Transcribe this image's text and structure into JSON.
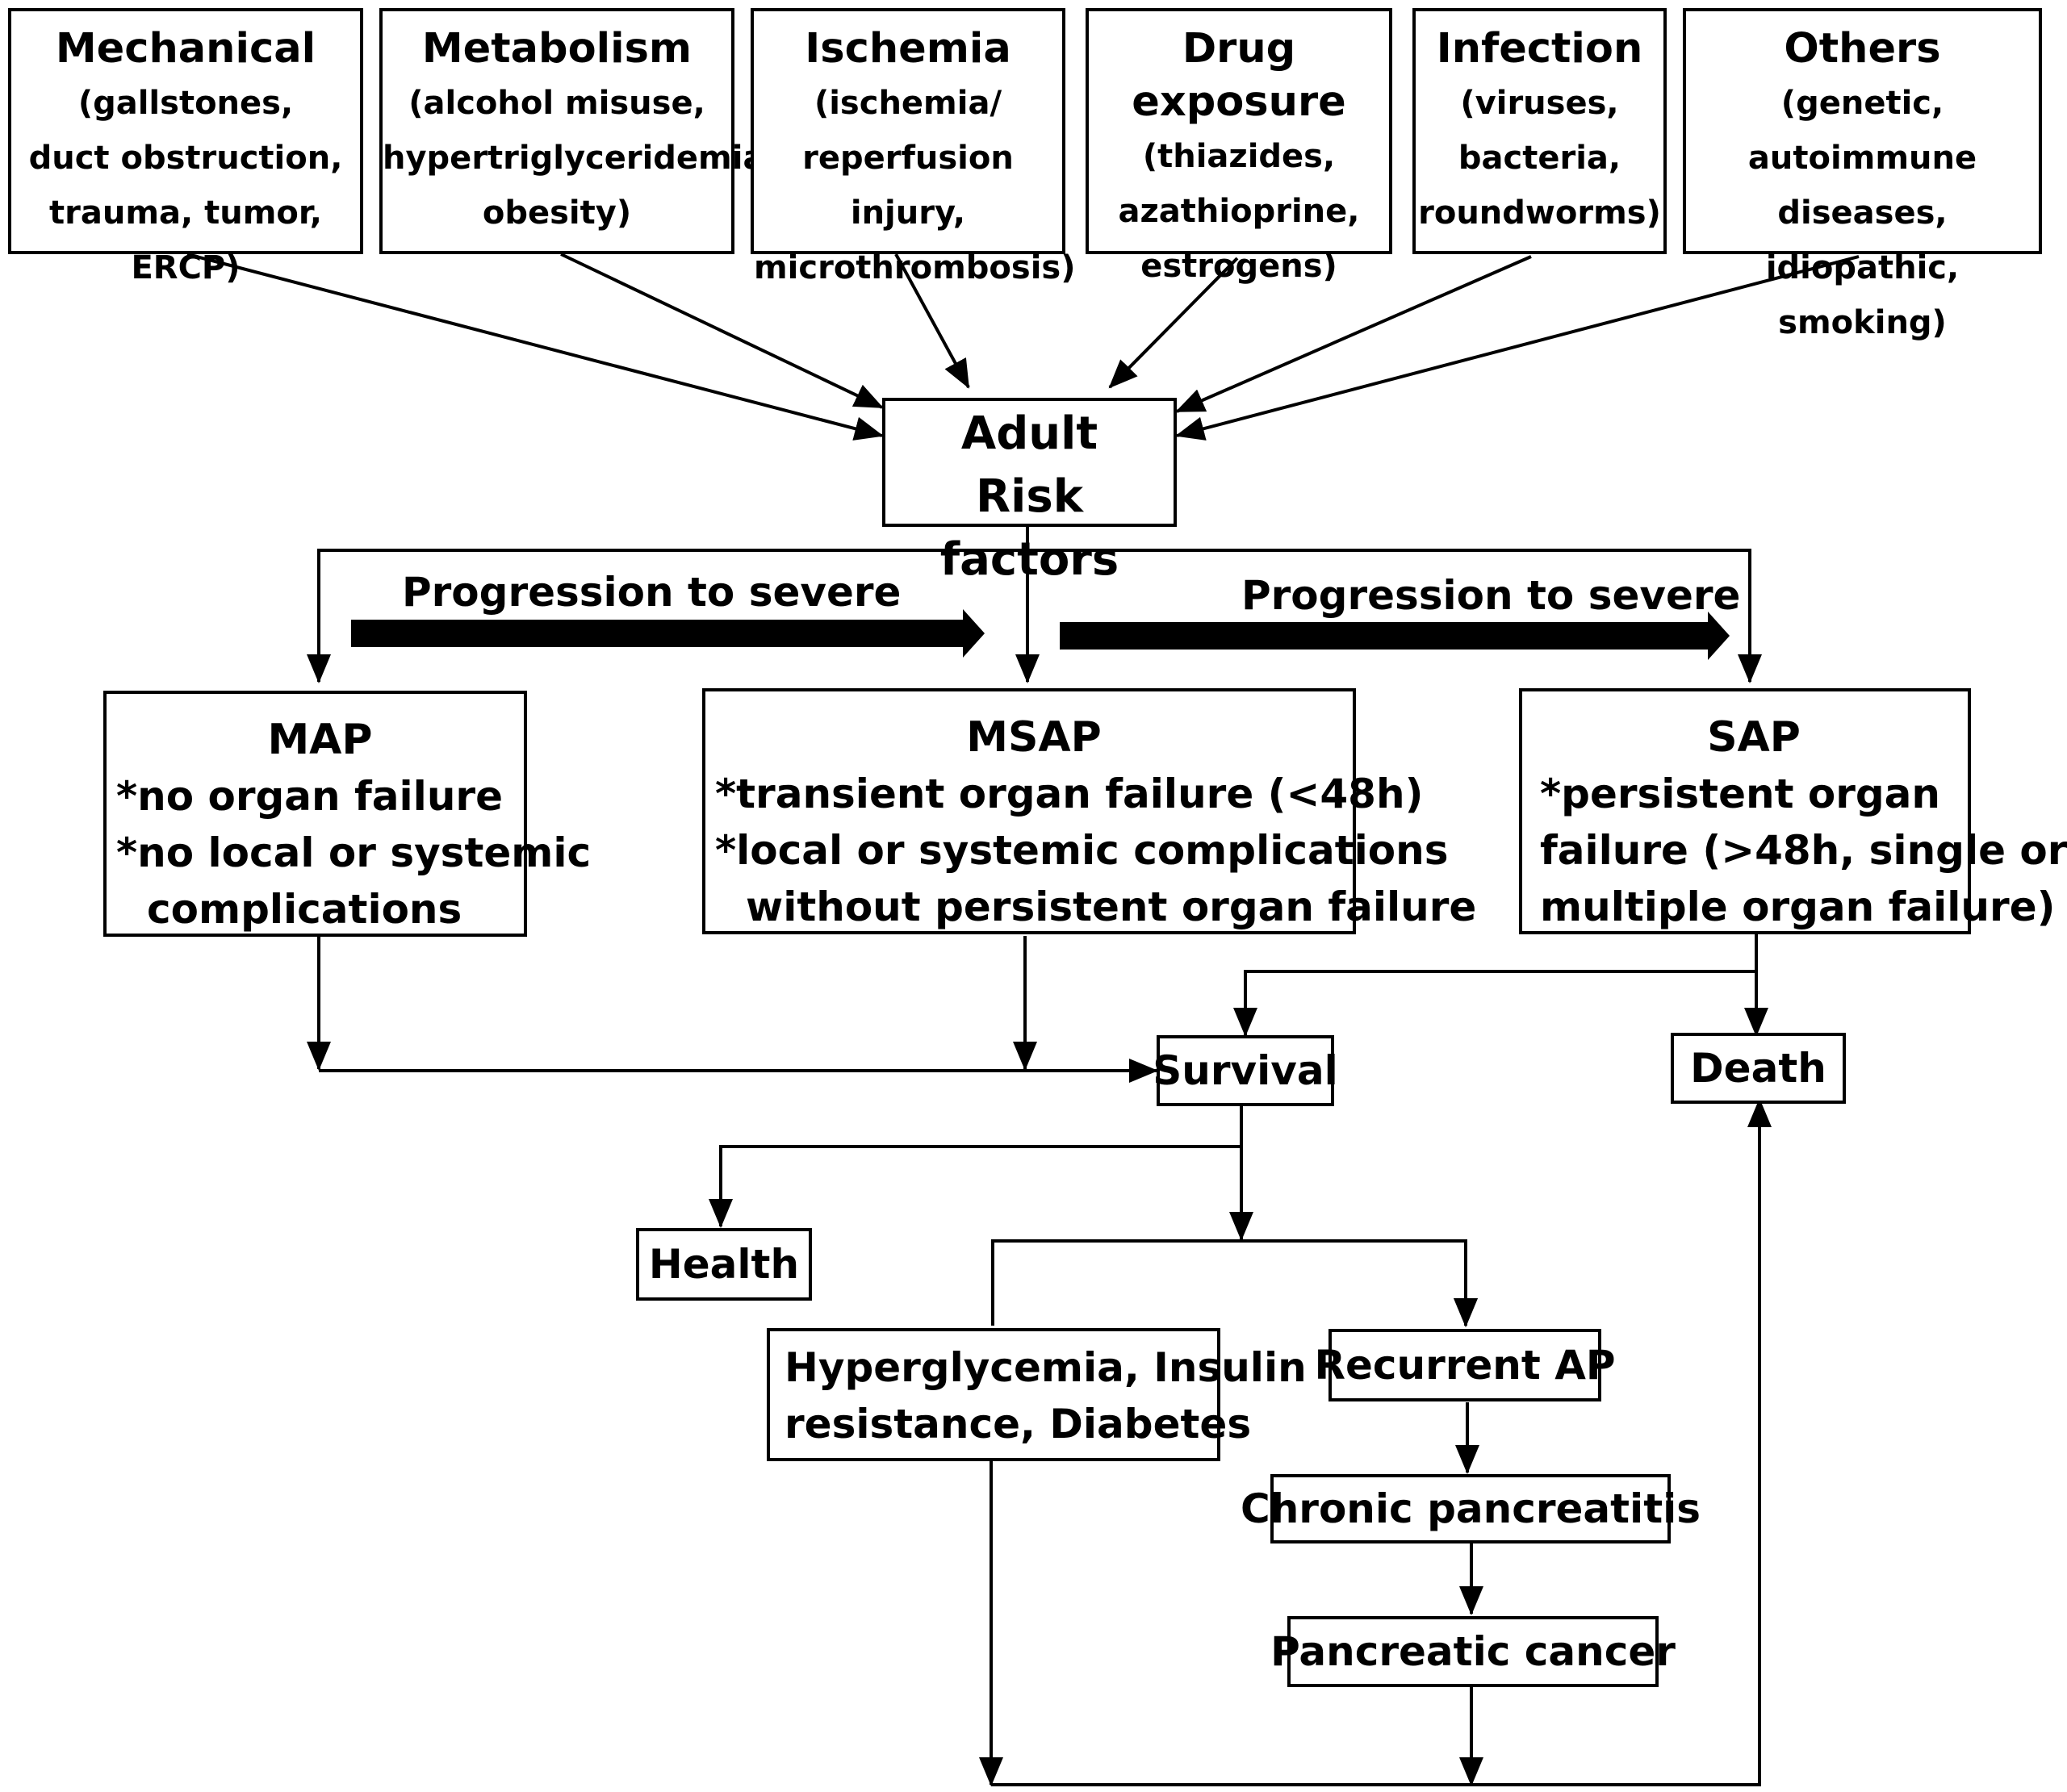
{
  "causes": {
    "mechanical": {
      "title": "Mechanical",
      "lines": [
        "(gallstones,",
        "duct obstruction,",
        "trauma, tumor, ERCP)"
      ]
    },
    "metabolism": {
      "title": "Metabolism",
      "lines": [
        "(alcohol misuse,",
        "hypertriglyceridemia,",
        "obesity)"
      ]
    },
    "ischemia": {
      "title": "Ischemia",
      "lines": [
        "(ischemia/",
        "reperfusion injury,",
        "microthrombosis)"
      ]
    },
    "drug": {
      "title": "Drug exposure",
      "lines": [
        "(thiazides,",
        "azathioprine,",
        "estrogens)"
      ]
    },
    "infection": {
      "title": "Infection",
      "lines": [
        "(viruses,",
        "bacteria,",
        "roundworms)"
      ]
    },
    "others": {
      "title": "Others",
      "lines": [
        "(genetic, autoimmune",
        "diseases, idiopathic,",
        "smoking)"
      ]
    }
  },
  "risk": {
    "line1": "Adult",
    "line2": "Risk factors"
  },
  "progression_label": "Progression to severe",
  "classes": {
    "map": {
      "title": "MAP",
      "lines": [
        "*no organ failure",
        "*no local or systemic",
        "complications"
      ]
    },
    "msap": {
      "title": "MSAP",
      "lines": [
        "*transient organ failure (<48h)",
        "*local or systemic complications",
        "without persistent organ failure"
      ]
    },
    "sap": {
      "title": "SAP",
      "lines": [
        "*persistent organ",
        "failure (>48h, single or",
        "multiple organ failure)"
      ]
    }
  },
  "outcomes": {
    "survival": "Survival",
    "death": "Death",
    "health": "Health",
    "hyperglycemia": {
      "line1": "Hyperglycemia, Insulin",
      "line2": "resistance, Diabetes"
    },
    "recurrent_ap": "Recurrent AP",
    "chronic_pancreatitis": "Chronic pancreatitis",
    "pancreatic_cancer": "Pancreatic cancer"
  }
}
